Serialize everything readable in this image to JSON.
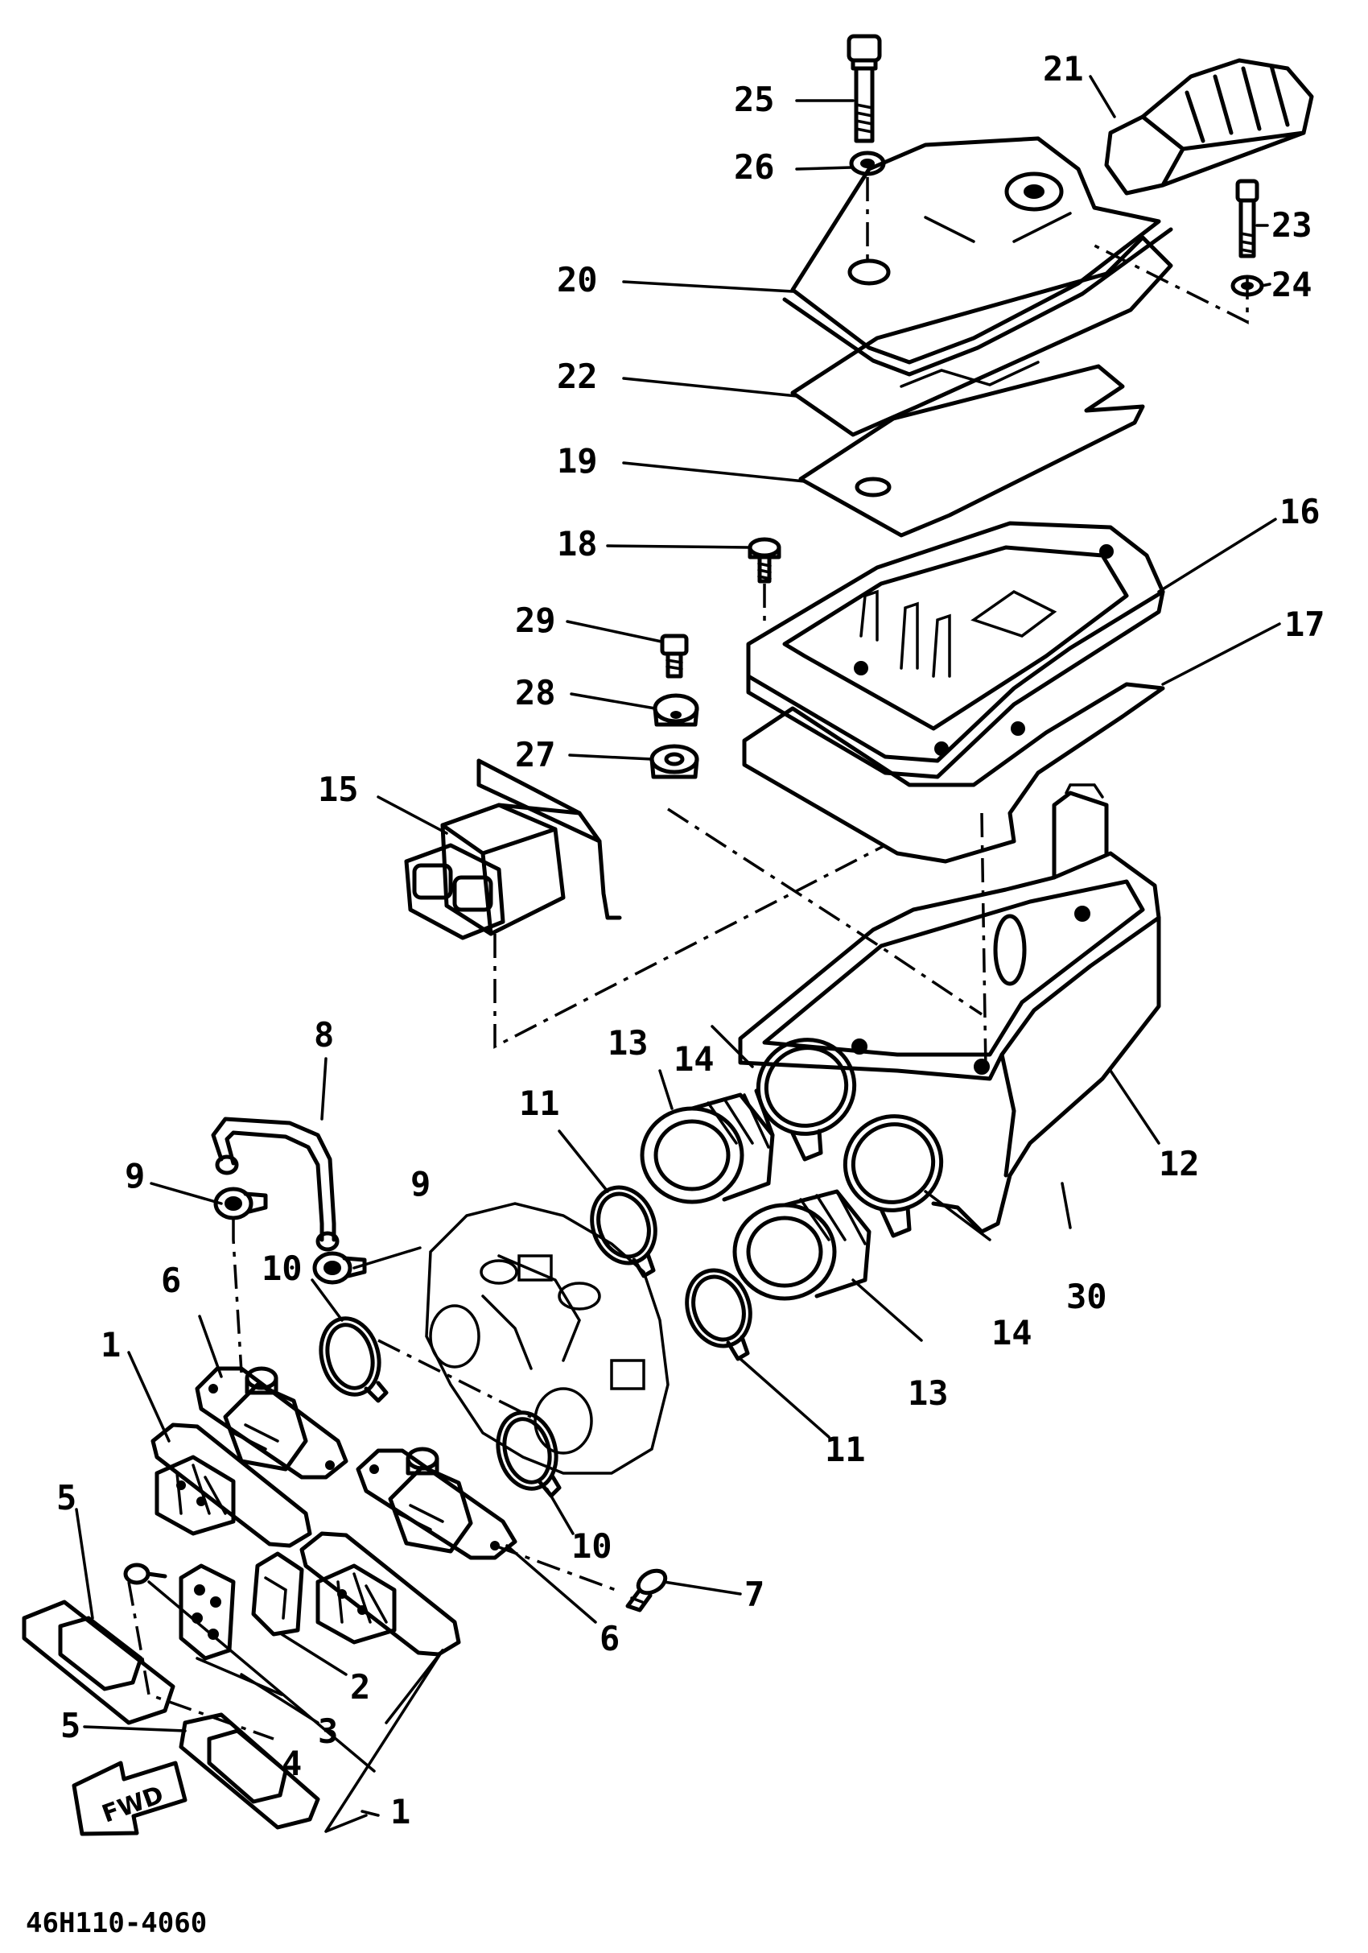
{
  "diagram_code": "46H110-4060",
  "fwd_label": "FWD",
  "callouts": {
    "p1a": "1",
    "p1b": "1",
    "p2": "2",
    "p3": "3",
    "p4": "4",
    "p5a": "5",
    "p5b": "5",
    "p6a": "6",
    "p6b": "6",
    "p7": "7",
    "p8": "8",
    "p9a": "9",
    "p9b": "9",
    "p10a": "10",
    "p10b": "10",
    "p11a": "11",
    "p11b": "11",
    "p12": "12",
    "p13a": "13",
    "p13b": "13",
    "p14a": "14",
    "p14b": "14",
    "p15": "15",
    "p16": "16",
    "p17": "17",
    "p18": "18",
    "p19": "19",
    "p20": "20",
    "p21": "21",
    "p22": "22",
    "p23": "23",
    "p24": "24",
    "p25": "25",
    "p26": "26",
    "p27": "27",
    "p28": "28",
    "p29": "29",
    "p30": "30"
  }
}
